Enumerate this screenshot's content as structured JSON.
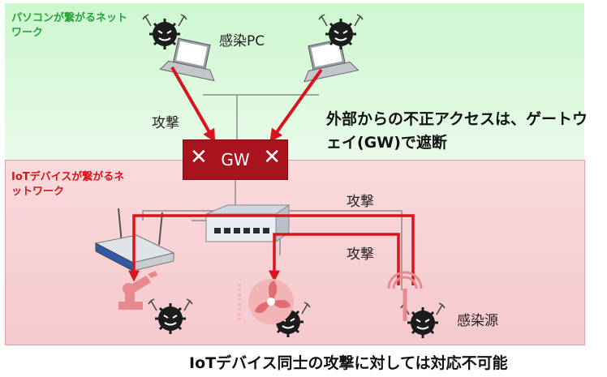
{
  "zones": {
    "pc_network": "パソコンが繋がるネットワーク",
    "iot_network": "IoTデバイスが繋がるネットワーク"
  },
  "labels": {
    "infected_pc": "感染PC",
    "attack_pc": "攻撃",
    "attack_iot_1": "攻撃",
    "attack_iot_2": "攻撃",
    "infection_source": "感染源",
    "gateway": "GW"
  },
  "messages": {
    "gateway_block": "外部からの不正アクセスは、ゲートウェイ(GW)で遮断",
    "iot_limit": "IoTデバイス同士の攻撃に対しては対応不可能"
  },
  "colors": {
    "pc_zone": "#d6f8d8",
    "iot_zone": "#f7d2d6",
    "attack_line": "#d9141c",
    "gateway": "#a8131e",
    "pc_label": "#2aa13a",
    "iot_label": "#d9141c"
  },
  "icons": [
    "laptop-icon",
    "virus-icon",
    "router-icon",
    "switch-icon",
    "robot-arm-icon",
    "fan-icon",
    "sensor-icon",
    "gateway-icon"
  ]
}
